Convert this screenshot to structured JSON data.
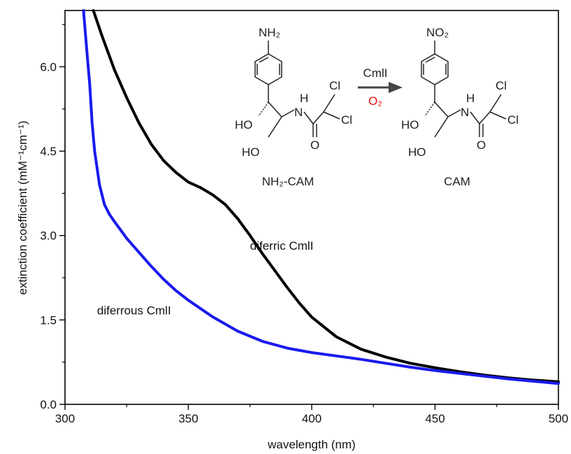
{
  "chart_data": {
    "type": "line",
    "title": "",
    "xlabel": "wavelength (nm)",
    "ylabel": "extinction coefficient (mM⁻¹cm⁻¹)",
    "xlim": [
      300,
      500
    ],
    "ylim": [
      0,
      7.0
    ],
    "x_ticks": [
      "300",
      "350",
      "400",
      "450",
      "500"
    ],
    "y_ticks": [
      "0.0",
      "1.5",
      "3.0",
      "4.5",
      "6.0"
    ],
    "grid": false,
    "legend": "none",
    "series": [
      {
        "name": "diferric CmlI",
        "color": "#000000",
        "x": [
          311.5,
          315,
          320,
          325,
          330,
          335,
          340,
          345,
          350,
          355,
          360,
          365,
          370,
          375,
          380,
          385,
          390,
          395,
          400,
          410,
          420,
          430,
          440,
          450,
          460,
          470,
          480,
          490,
          500
        ],
        "y": [
          7.0,
          6.55,
          5.95,
          5.45,
          5.0,
          4.62,
          4.33,
          4.12,
          3.95,
          3.85,
          3.72,
          3.55,
          3.3,
          3.0,
          2.68,
          2.38,
          2.08,
          1.8,
          1.55,
          1.2,
          0.98,
          0.84,
          0.73,
          0.65,
          0.58,
          0.52,
          0.47,
          0.43,
          0.4
        ]
      },
      {
        "name": "diferrous CmlI",
        "color": "#1a1aee",
        "x": [
          307.5,
          309,
          310,
          311,
          312,
          314,
          316,
          318,
          320,
          325,
          330,
          335,
          340,
          345,
          350,
          360,
          370,
          380,
          390,
          400,
          410,
          420,
          430,
          440,
          450,
          460,
          470,
          480,
          490,
          500
        ],
        "y": [
          7.0,
          6.2,
          5.7,
          5.0,
          4.5,
          3.9,
          3.55,
          3.38,
          3.25,
          2.95,
          2.7,
          2.45,
          2.22,
          2.02,
          1.85,
          1.55,
          1.3,
          1.12,
          1.0,
          0.92,
          0.86,
          0.8,
          0.73,
          0.66,
          0.6,
          0.55,
          0.5,
          0.45,
          0.41,
          0.37
        ]
      }
    ],
    "annotations": [
      {
        "text": "diferric CmlI",
        "x": 375,
        "y": 2.75
      },
      {
        "text": "diferrous CmlI",
        "x": 313,
        "y": 1.6
      }
    ]
  },
  "scheme": {
    "reactant_label": "NH₂-CAM",
    "product_label": "CAM",
    "arrow_top": "CmlI",
    "arrow_bottom": "O₂",
    "reactant_group": "NH₂",
    "product_group": "NO₂",
    "atoms": {
      "HO": "HO",
      "N": "N",
      "H": "H",
      "O": "O",
      "Cl": "Cl"
    }
  }
}
